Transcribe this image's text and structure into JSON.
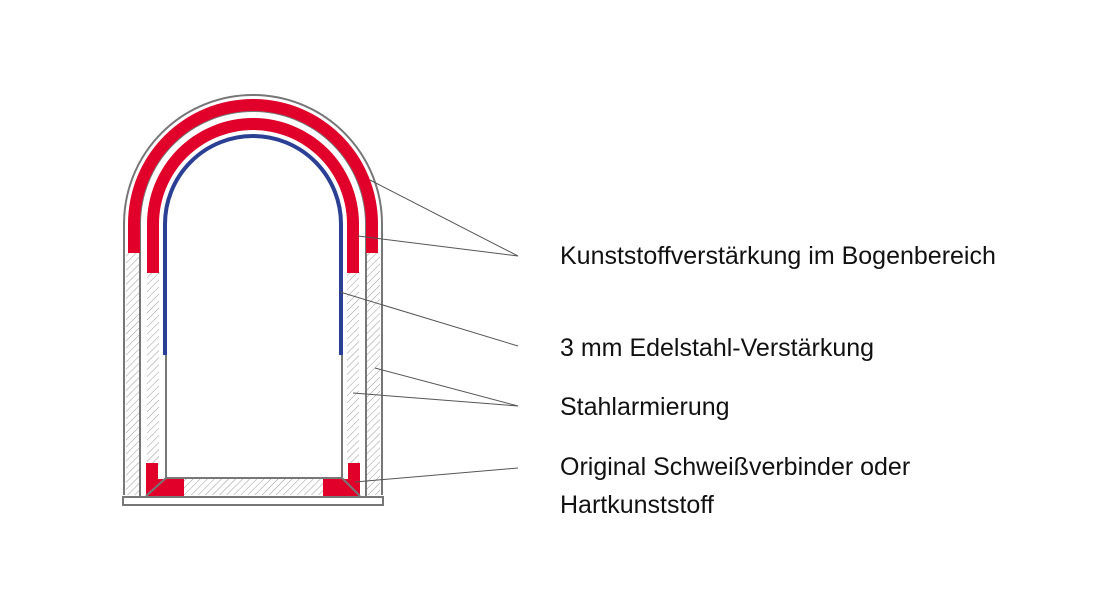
{
  "labels": {
    "plastic_arch": "Kunststoffverstärkung im Bogenbereich",
    "steel_3mm": "3 mm Edelstahl-Verstärkung",
    "steel_armor": "Stahlarmierung",
    "welded_line1": "Original Schweißverbinder oder",
    "welded_line2": "Hartkunststoff"
  },
  "colors": {
    "red": "#e0002a",
    "blue": "#2b3f94",
    "gray": "#777777"
  }
}
